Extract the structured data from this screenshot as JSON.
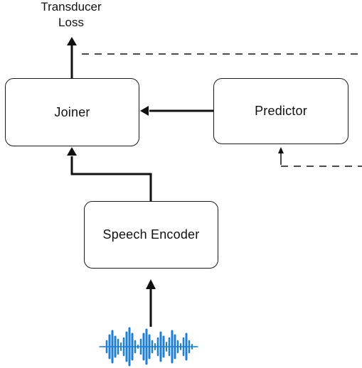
{
  "diagram": {
    "joiner_label": "Joiner",
    "predictor_label": "Predictor",
    "encoder_label": "Speech Encoder",
    "loss_label_line1": "Transducer",
    "loss_label_line2": "Loss",
    "waveform_icon": "audio-waveform-icon",
    "colors": {
      "stroke": "#1a1a1a",
      "waveform": "#1f7fd6"
    }
  }
}
